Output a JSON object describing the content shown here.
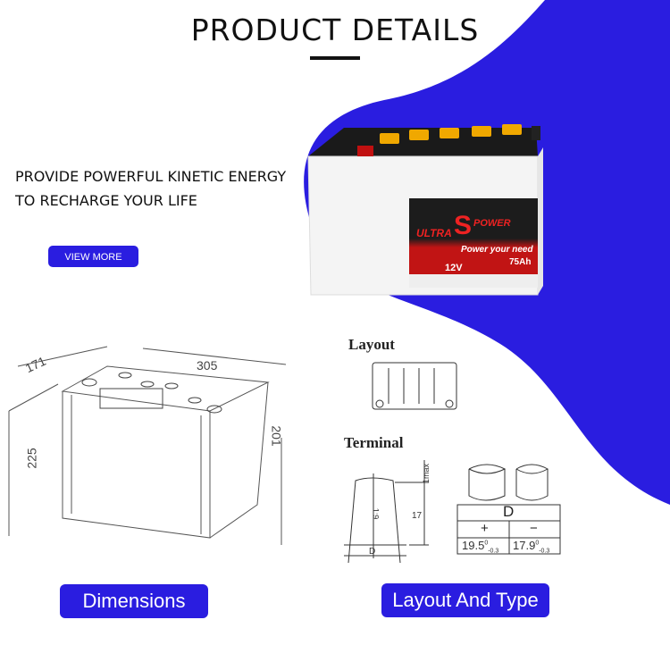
{
  "header": {
    "title": "PRODUCT DETAILS"
  },
  "hero": {
    "tagline_line1": "PROVIDE POWERFUL KINETIC ENERGY",
    "tagline_line2": "TO RECHARGE YOUR LIFE",
    "view_more_label": "VIEW MORE"
  },
  "battery_label": {
    "brand_left": "ULTRA",
    "brand_right": "POWER",
    "slogan": "Power your need",
    "voltage": "12V",
    "capacity": "75Ah"
  },
  "dimensions": {
    "length": "305",
    "width": "171",
    "height_total": "225",
    "height_box": "201",
    "button_label": "Dimensions"
  },
  "layout": {
    "heading": "Layout",
    "terminal_heading": "Terminal",
    "table_header": "D",
    "plus": "+",
    "minus": "−",
    "plus_value": "19.5",
    "minus_value": "17.9",
    "tolerance_top": "0",
    "tolerance_bottom": "-0.3",
    "max_label": "1max",
    "height_label": "17",
    "taper_label": "1:9",
    "d_label": "D",
    "button_label": "Layout And Type"
  },
  "colors": {
    "accent": "#2a1de0"
  }
}
